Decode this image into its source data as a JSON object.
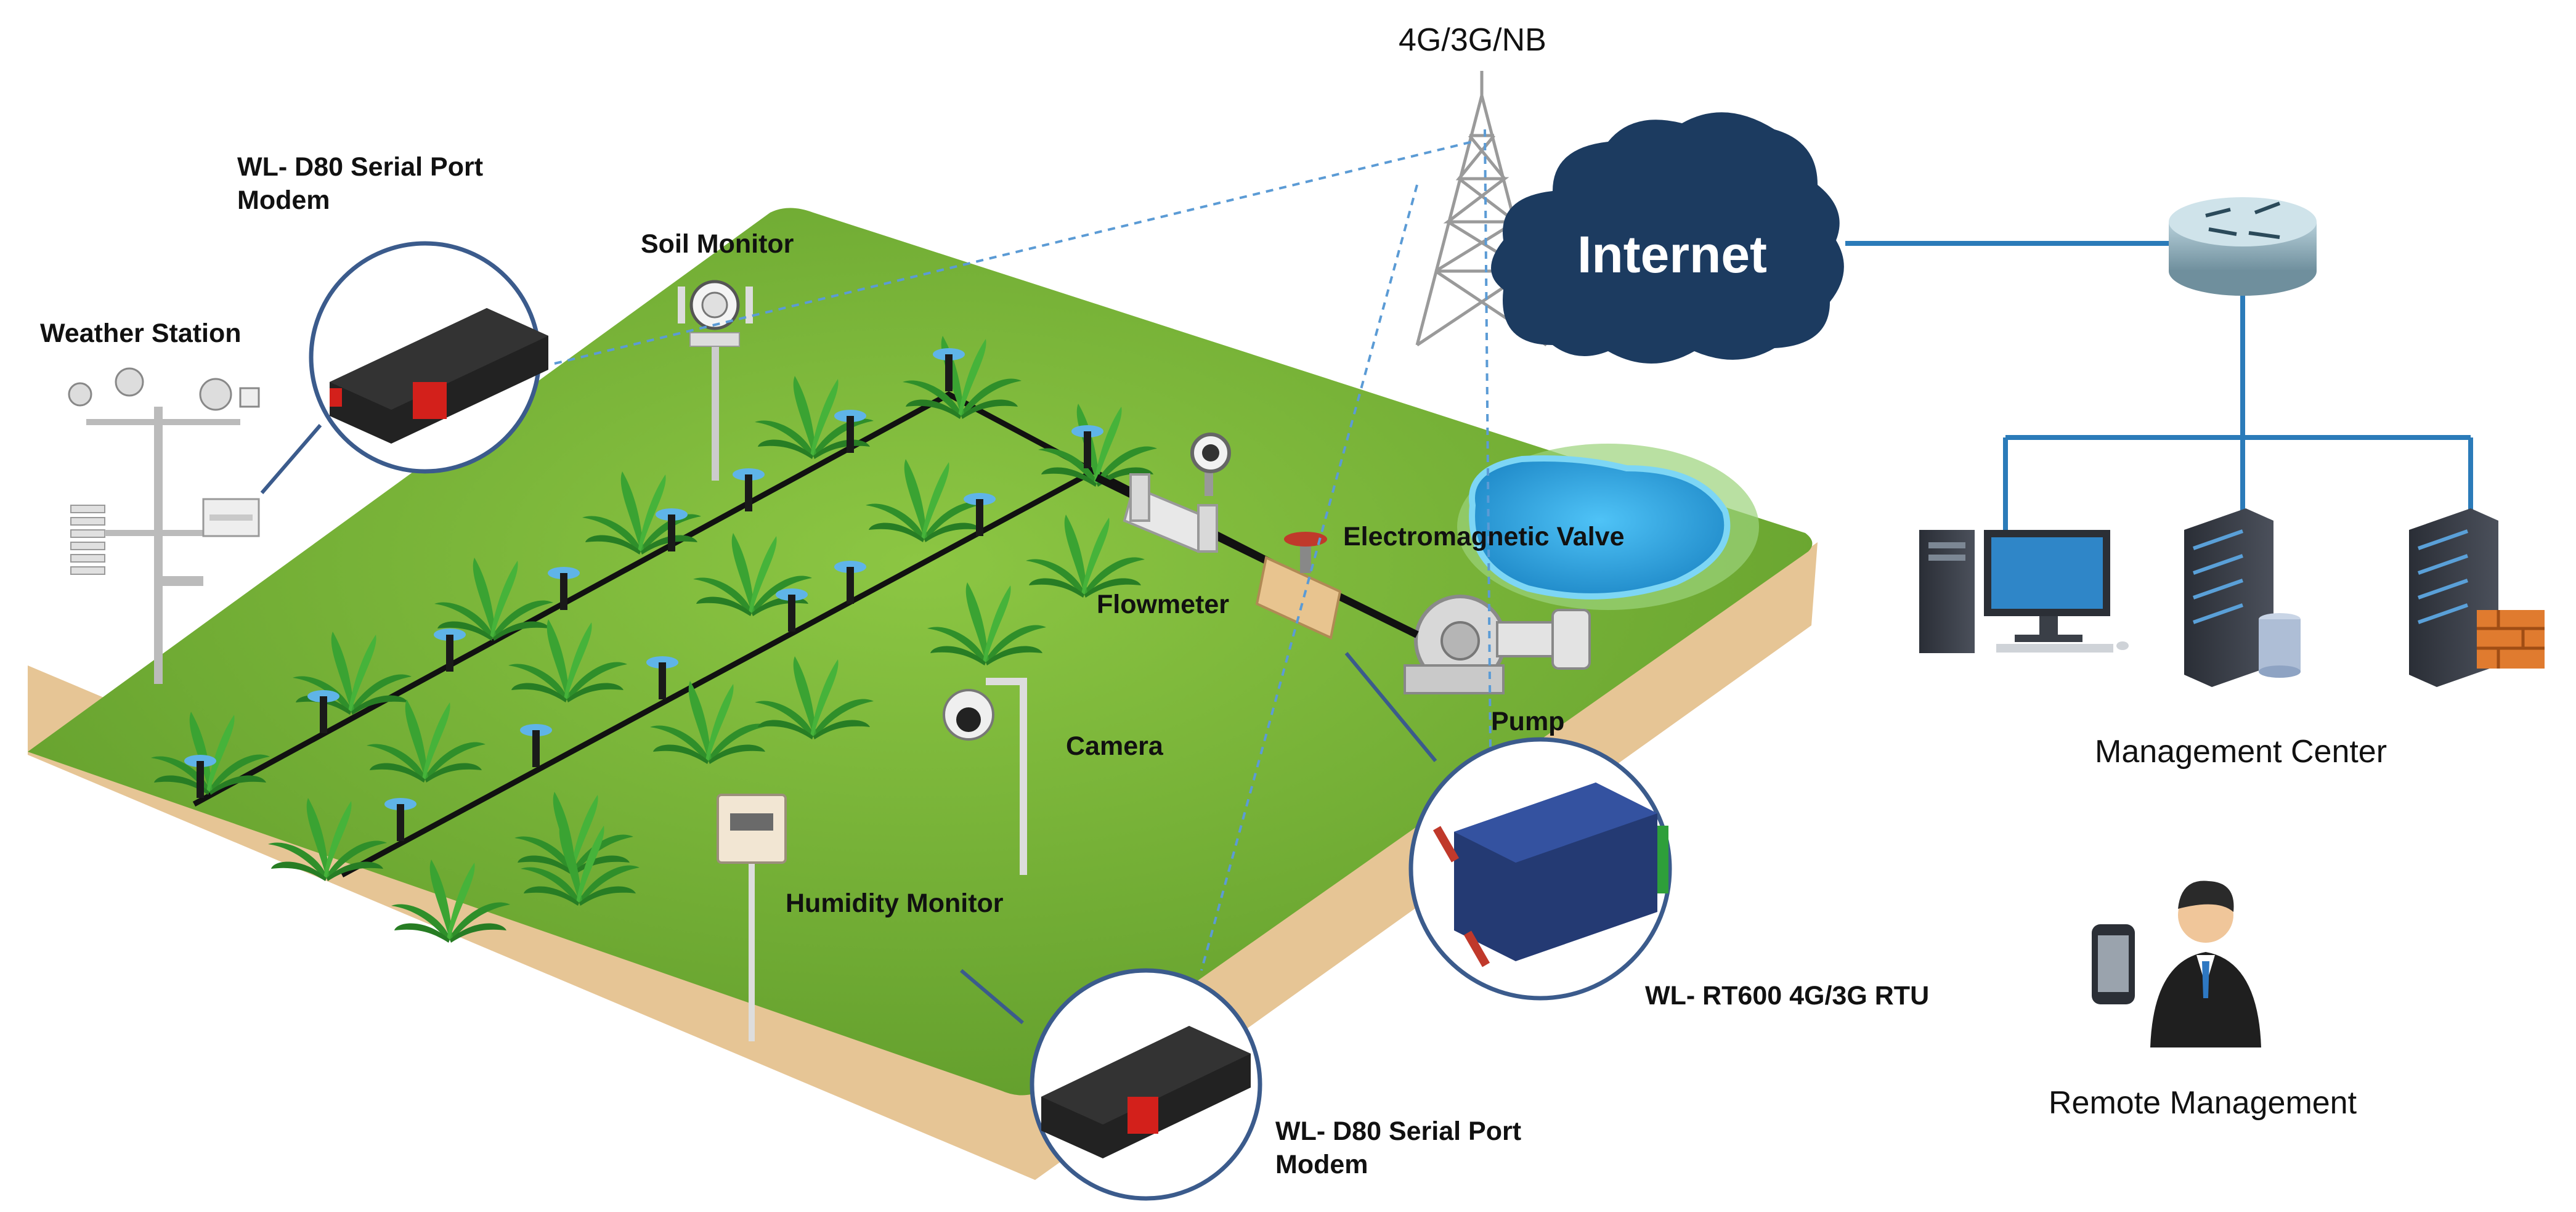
{
  "network": {
    "label_4g": "4G/3G/NB",
    "internet": "Internet",
    "management_center": "Management Center",
    "remote_management": "Remote Management"
  },
  "field": {
    "weather_station": "Weather Station",
    "soil_monitor": "Soil Monitor",
    "flowmeter": "Flowmeter",
    "electromagnetic_valve": "Electromagnetic Valve",
    "camera": "Camera",
    "pump": "Pump",
    "humidity_monitor": "Humidity Monitor"
  },
  "devices": {
    "modem_top": "WL- D80 Serial Port Modem",
    "modem_bottom": "WL- D80 Serial Port Modem",
    "rtu": "WL- RT600 4G/3G RTU"
  },
  "colors": {
    "grass": "#79b83a",
    "soil": "#e9c89a",
    "cloud": "#1c3b60",
    "link": "#2b7bb9",
    "wireless": "#5b9bd5",
    "device": "#2e2e2e",
    "accent_red": "#d3201b"
  }
}
